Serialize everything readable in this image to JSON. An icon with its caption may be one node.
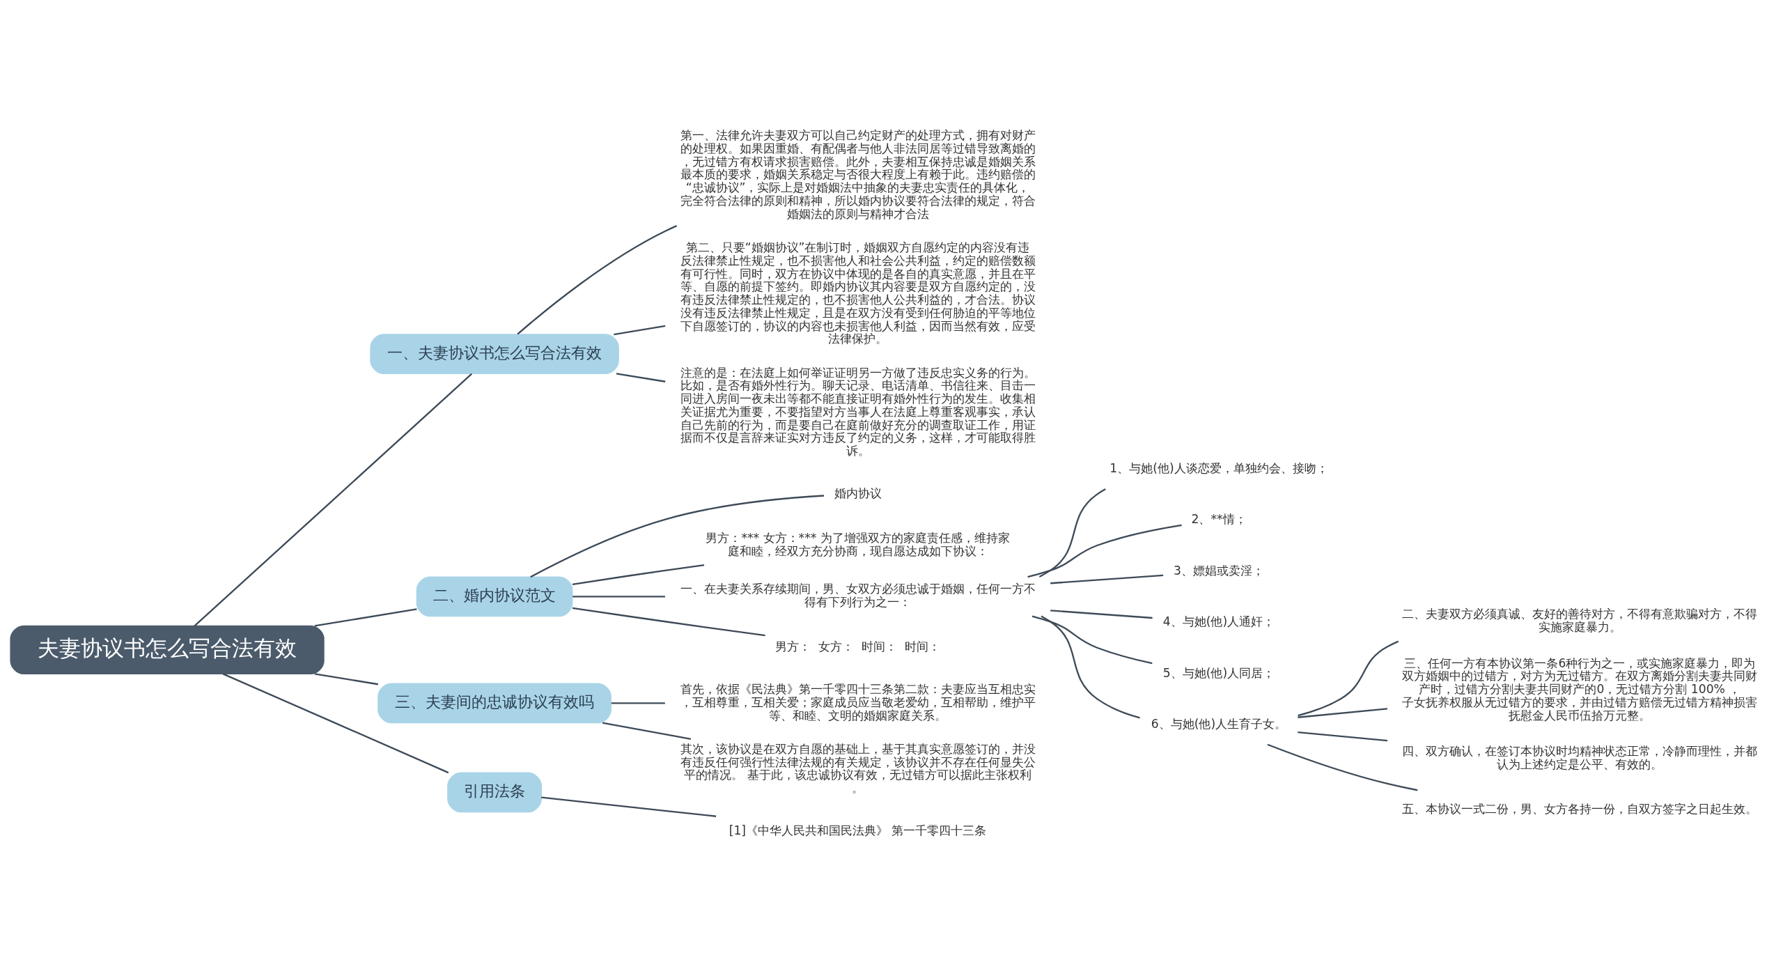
{
  "diagram": {
    "nodes": [
      {
        "text": [
          "夫妻协议书怎么写合法有效"
        ]
      },
      {
        "text": [
          "一、夫妻协议书怎么写合法有效"
        ]
      },
      {
        "text": [
          "第一、法律允许夫妻双方可以自己约定财产的处理方式，拥有对财产的处理权。如果因重婚、有配偶者与他人非法同居等过错导致离婚的，无过错方有权请求损害赔偿。此外，夫妻相互保持忠诚是婚姻关系最本质的要求，婚姻关系稳定与否很大程度上有赖于此。违约赔偿的“忠诚协议”，实际上是对婚姻法中抽象的夫妻忠实责任的具体化，完全符合法律的原则和精神，所以婚内协议要符合法律的规定，符合婚姻法的原则与精神才合法"
        ]
      },
      {
        "text": [
          "第二、只要“婚姻协议”在制订时，婚姻双方自愿约定的内容没有违反法律禁止性规定，也不损害他人和社会公共利益，约定的赔偿数额有可行性。同时，双方在协议中体现的是各自的真实意愿，并且在平等、自愿的前提下签约。即婚内协议其内容要是双方自愿约定的，没有违反法律禁止性规定的，也不损害他人公共利益的，才合法。协议没有违反法律禁止性规定，且是在双方没有受到任何胁迫的平等地位下自愿签订的，协议的内容也未损害他人利益，因而当然有效，应受法律保护。"
        ]
      },
      {
        "text": [
          "注意的是：在法庭上如何举证证明另一方做了违反忠实义务的行为。比如，是否有婚外性行为。聊天记录、电话清单、书信往来、目击一同进入房间一夜未出等都不能直接证明有婚外性行为的发生。收集相关证据尤为重要，不要指望对方当事人在法庭上尊重客观事实，承认自己先前的行为，而是要自己在庭前做好充分的调查取证工作，用证据而不仅是言辞来证实对方违反了约定的义务，这样，才可能取得胜诉。"
        ]
      },
      {
        "text": [
          "二、婚内协议范文"
        ]
      },
      {
        "text": [
          "婚内协议"
        ]
      },
      {
        "text": [
          "男方：*** 女方：*** 为了增强双方的家庭责任感，维持家庭和睦，经双方充分协商，现自愿达成如下协议："
        ]
      },
      {
        "text": [
          "一、在夫妻关系存续期间，男、女双方必须忠诚于婚姻，任何一方不得有下列行为之一："
        ]
      },
      {
        "text": [
          "1、与她(他)人谈恋爱，单独约会、接吻；"
        ]
      },
      {
        "text": [
          "2、**情；"
        ]
      },
      {
        "text": [
          "3、嫖娼或卖淫；"
        ]
      },
      {
        "text": [
          "4、与她(他)人通奸；"
        ]
      },
      {
        "text": [
          "5、与她(他)人同居；"
        ]
      },
      {
        "text": [
          "6、与她(他)人生育子女。"
        ]
      },
      {
        "text": [
          "二、夫妻双方必须真诚、友好的善待对方，不得有意欺骗对方，不得实施家庭暴力。"
        ]
      },
      {
        "text": [
          "三、任何一方有本协议第一条6种行为之一，或实施家庭暴力，即为双方婚姻中的过错方，对方为无过错方。在双方离婚分割夫妻共同财产时，过错方分割夫妻共同财产的0，无过错方分割 100% ，子女抚养权服从无过错方的要求，并由过错方赔偿无过错方精神损害抚慰金人民币伍拾万元整。"
        ]
      },
      {
        "text": [
          "四、双方确认，在签订本协议时均精神状态正常，冷静而理性，并都认为上述约定是公平、有效的。"
        ]
      },
      {
        "text": [
          "五、本协议一式二份，男、女方各持一份，自双方签字之日起生效。"
        ]
      },
      {
        "text": [
          "男方：  女方：  时间：  时间："
        ]
      },
      {
        "text": [
          "三、夫妻间的忠诚协议有效吗"
        ]
      },
      {
        "text": [
          "首先，依据《民法典》第一千零四十三条第二款：夫妻应当互相忠实，互相尊重，互相关爱；家庭成员应当敬老爱幼，互相帮助，维护平等、和睦、文明的婚姻家庭关系。"
        ]
      },
      {
        "text": [
          "其次，该协议是在双方自愿的基础上，基于其真实意愿签订的，并没有违反任何强行性法律法规的有关规定，该协议并不存在任何显失公平的情况。 基于此，该忠诚协议有效，无过错方可以据此主张权利。"
        ]
      },
      {
        "text": [
          "引用法条"
        ]
      },
      {
        "text": [
          "[1]《中华人民共和国民法典》 第一千零四十三条"
        ]
      }
    ],
    "edges": [
      {
        "from": 0,
        "to": 1,
        "arrow": "none"
      },
      {
        "from": 1,
        "to": 2,
        "arrow": "none"
      },
      {
        "from": 1,
        "to": 3,
        "arrow": "none"
      },
      {
        "from": 1,
        "to": 4,
        "arrow": "none"
      },
      {
        "from": 0,
        "to": 5,
        "arrow": "none"
      },
      {
        "from": 5,
        "to": 6,
        "arrow": "none"
      },
      {
        "from": 5,
        "to": 7,
        "arrow": "none"
      },
      {
        "from": 5,
        "to": 8,
        "arrow": "none"
      },
      {
        "from": 8,
        "to": 9,
        "arrow": "none"
      },
      {
        "from": 8,
        "to": 10,
        "arrow": "none"
      },
      {
        "from": 8,
        "to": 11,
        "arrow": "none"
      },
      {
        "from": 8,
        "to": 12,
        "arrow": "none"
      },
      {
        "from": 8,
        "to": 13,
        "arrow": "none"
      },
      {
        "from": 8,
        "to": 14,
        "arrow": "none"
      },
      {
        "from": 14,
        "to": 15,
        "arrow": "none"
      },
      {
        "from": 14,
        "to": 16,
        "arrow": "none"
      },
      {
        "from": 14,
        "to": 17,
        "arrow": "none"
      },
      {
        "from": 14,
        "to": 18,
        "arrow": "none"
      },
      {
        "from": 5,
        "to": 19,
        "arrow": "none"
      },
      {
        "from": 0,
        "to": 20,
        "arrow": "none"
      },
      {
        "from": 20,
        "to": 21,
        "arrow": "none"
      },
      {
        "from": 20,
        "to": 22,
        "arrow": "none"
      },
      {
        "from": 0,
        "to": 23,
        "arrow": "none"
      },
      {
        "from": 23,
        "to": 24,
        "arrow": "none"
      }
    ]
  }
}
